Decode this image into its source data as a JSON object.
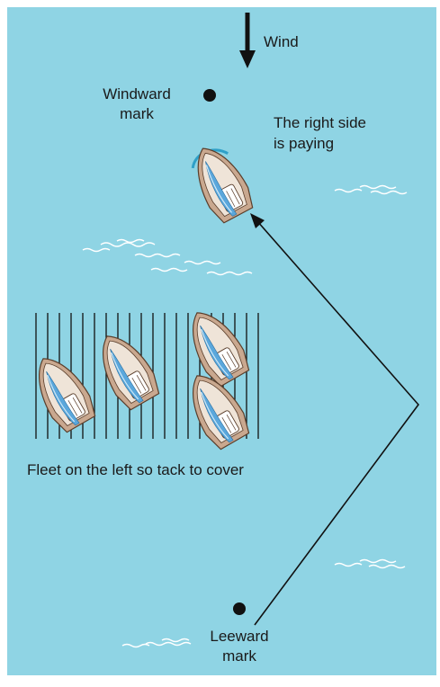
{
  "colors": {
    "water": "#8fd4e4",
    "frame": "#ffffff",
    "ink": "#111111",
    "ripple": "#ffffff",
    "hull": "#c9a88f",
    "hull_outline": "#5a3e2b",
    "deck": "#efe4d8",
    "sail": "#5aa7dc",
    "sail_highlight": "#cfe8f6",
    "wake": "#2fa0c8"
  },
  "labels": {
    "wind": "Wind",
    "windward_line1": "Windward",
    "windward_line2": "mark",
    "right_side_line1": "The right side",
    "right_side_line2": "is paying",
    "fleet_caption": "Fleet on the left so tack to cover",
    "leeward_line1": "Leeward",
    "leeward_line2": "mark"
  },
  "icons": {
    "wind_arrow": "down-arrow-icon",
    "mark": "buoy-dot-icon",
    "boat": "sailboat-icon"
  }
}
